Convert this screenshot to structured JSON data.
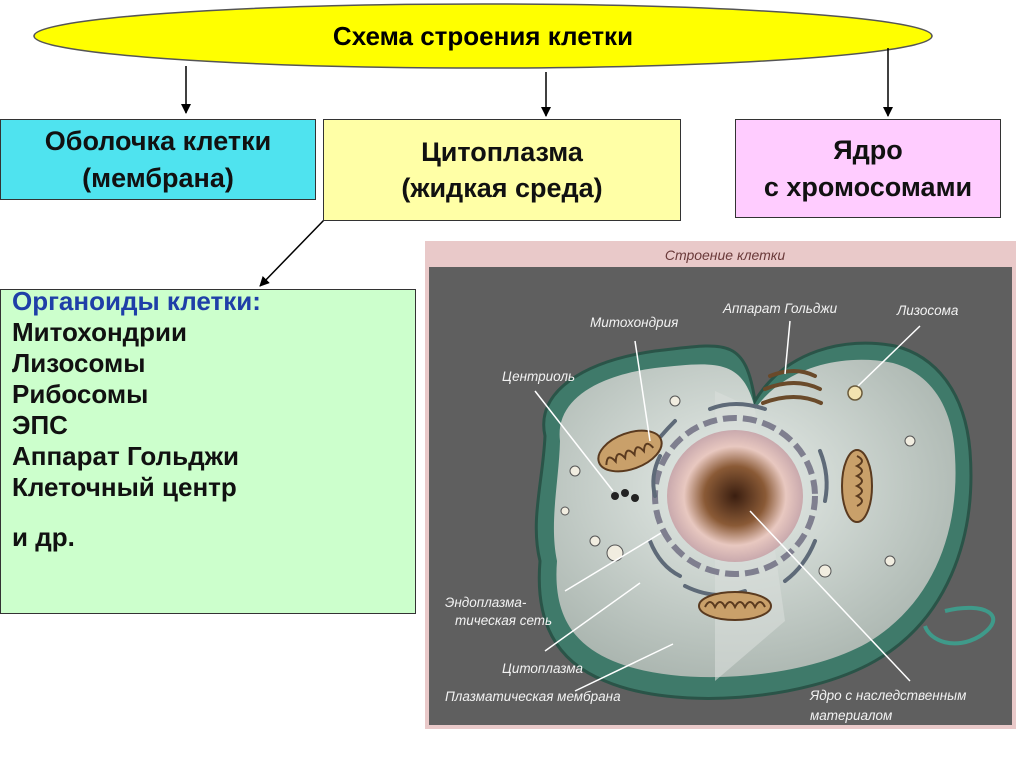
{
  "title": "Схема строения клетки",
  "boxes": {
    "membrane": {
      "line1": "Оболочка клетки",
      "line2": "(мембрана)"
    },
    "cytoplasm": {
      "line1": "Цитоплазма",
      "line2": "(жидкая среда)"
    },
    "nucleus": {
      "line1": "Ядро",
      "line2": "с хромосомами"
    }
  },
  "organoids": {
    "heading": "Органоиды клетки:",
    "items": [
      "Митохондрии",
      "Лизосомы",
      "Рибосомы",
      "ЭПС",
      "Аппарат Гольджи",
      "Клеточный центр"
    ],
    "etc": "и др."
  },
  "illustration": {
    "header": "Строение клетки",
    "labels": {
      "mitochondrion": "Митохондрия",
      "golgi": "Аппарат Гольджи",
      "lysosome": "Лизосома",
      "centriole": "Центриоль",
      "er_line1": "Эндоплазма-",
      "er_line2": "тическая сеть",
      "cytoplasm": "Цитоплазма",
      "plasma_membrane": "Плазматическая мембрана",
      "nucleus_line1": "Ядро с наследственным",
      "nucleus_line2": "материалом"
    }
  },
  "colors": {
    "title_ellipse": "#ffff00",
    "membrane_box": "#4fe3ef",
    "cytoplasm_box": "#ffffa6",
    "nucleus_box": "#ffccff",
    "organoids_box": "#ccffcc",
    "organoids_heading": "#1f3fa8",
    "illustration_frame": "#e9c9c9",
    "illustration_bg": "#5f5f5f"
  }
}
